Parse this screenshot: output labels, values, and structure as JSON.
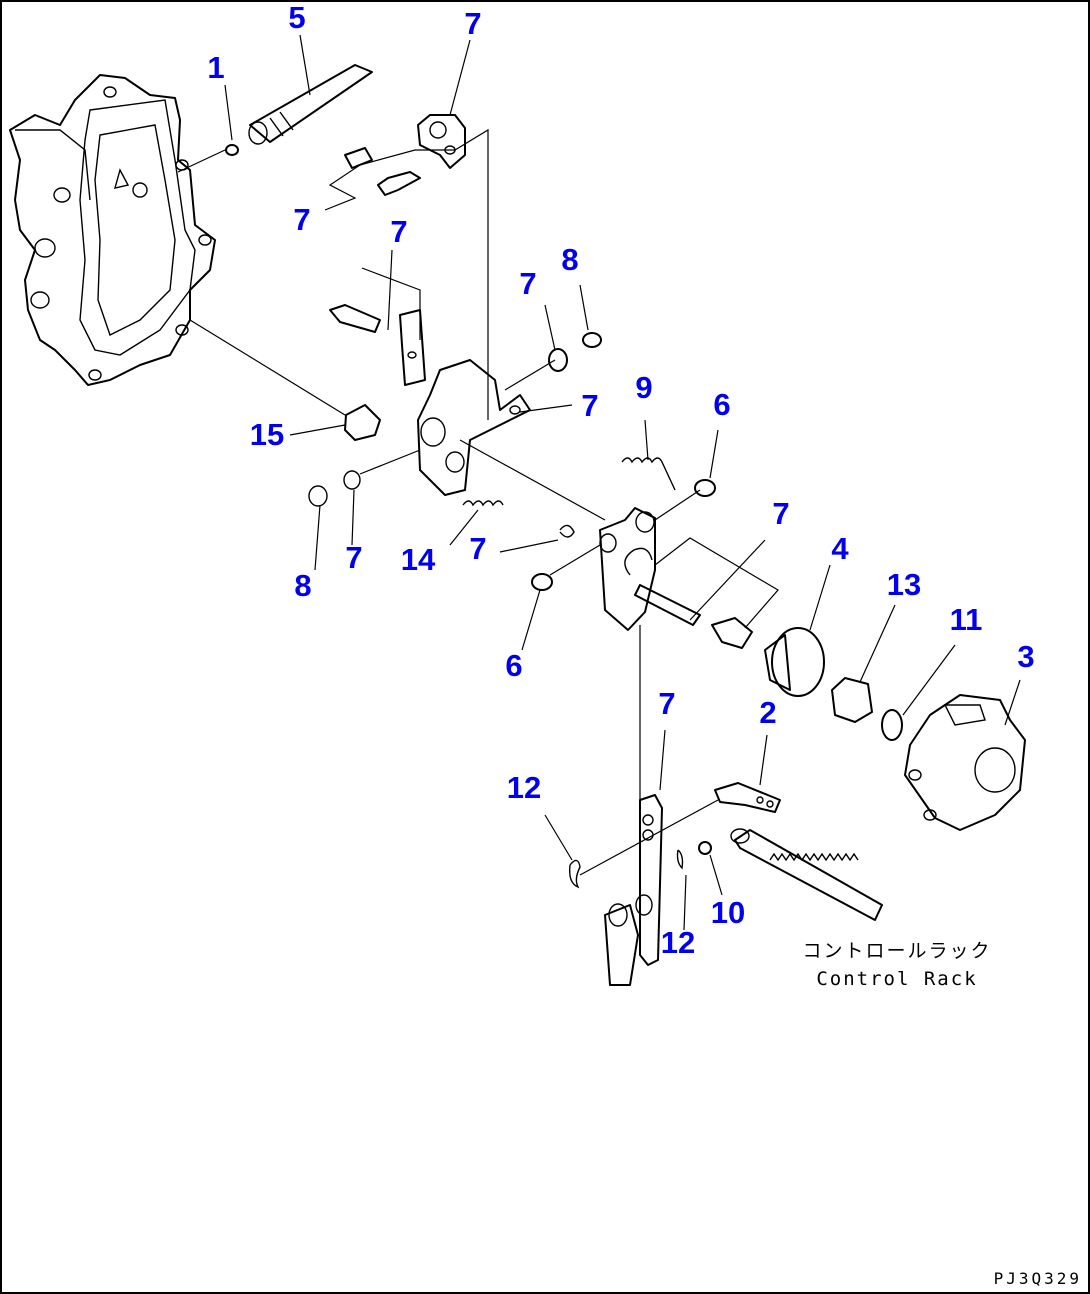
{
  "callouts": [
    {
      "id": "c1",
      "label": "1"
    },
    {
      "id": "c5",
      "label": "5"
    },
    {
      "id": "c7a",
      "label": "7"
    },
    {
      "id": "c7b",
      "label": "7"
    },
    {
      "id": "c7c",
      "label": "7"
    },
    {
      "id": "c7d",
      "label": "7"
    },
    {
      "id": "c8a",
      "label": "8"
    },
    {
      "id": "c7e",
      "label": "7"
    },
    {
      "id": "c9",
      "label": "9"
    },
    {
      "id": "c6a",
      "label": "6"
    },
    {
      "id": "c15",
      "label": "15"
    },
    {
      "id": "c8b",
      "label": "8"
    },
    {
      "id": "c7f",
      "label": "7"
    },
    {
      "id": "c14",
      "label": "14"
    },
    {
      "id": "c7g",
      "label": "7"
    },
    {
      "id": "c7h",
      "label": "7"
    },
    {
      "id": "c4",
      "label": "4"
    },
    {
      "id": "c13",
      "label": "13"
    },
    {
      "id": "c11",
      "label": "11"
    },
    {
      "id": "c3",
      "label": "3"
    },
    {
      "id": "c6b",
      "label": "6"
    },
    {
      "id": "c7i",
      "label": "7"
    },
    {
      "id": "c2",
      "label": "2"
    },
    {
      "id": "c12a",
      "label": "12"
    },
    {
      "id": "c12b",
      "label": "12"
    },
    {
      "id": "c10",
      "label": "10"
    }
  ],
  "caption": {
    "japanese": "コントロールラック",
    "english": "Control Rack"
  },
  "drawing_number": "PJ3Q329"
}
